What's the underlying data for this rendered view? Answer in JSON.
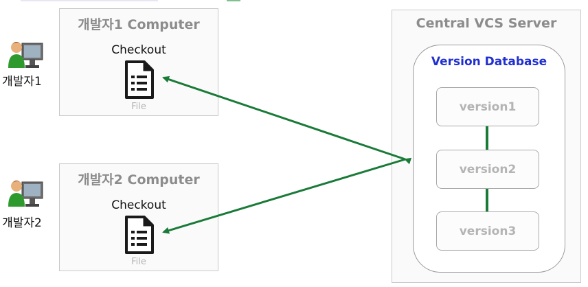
{
  "dev1": {
    "label": "개발자1",
    "computer_title": "개발자1 Computer",
    "checkout": "Checkout",
    "file": "File"
  },
  "dev2": {
    "label": "개발자2",
    "computer_title": "개발자2 Computer",
    "checkout": "Checkout",
    "file": "File"
  },
  "server": {
    "title": "Central VCS Server",
    "database": {
      "title": "Version Database",
      "versions": [
        "version1",
        "version2",
        "version3"
      ]
    }
  },
  "colors": {
    "arrow": "#1a7a38",
    "db_title": "#1f2fd0",
    "box_border": "#c8c8c8",
    "muted_text": "#8c8c8c"
  },
  "icons": [
    "person-at-computer-icon",
    "document-icon"
  ]
}
